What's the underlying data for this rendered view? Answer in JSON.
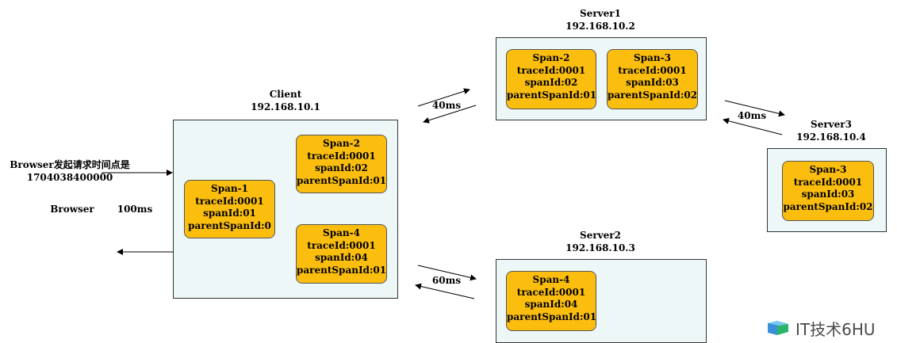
{
  "client": {
    "title": "Client",
    "ip": "192.168.10.1"
  },
  "server1": {
    "title": "Server1",
    "ip": "192.168.10.2"
  },
  "server2": {
    "title": "Server2",
    "ip": "192.168.10.3"
  },
  "server3": {
    "title": "Server3",
    "ip": "192.168.10.4"
  },
  "browser": {
    "request_line1": "Browser发起请求时间点是",
    "request_line2": "1704038400000",
    "name": "Browser",
    "duration": "100ms"
  },
  "spans": {
    "client_span1": {
      "name": "Span-1",
      "trace": "traceId:0001",
      "span": "spanId:01",
      "parent": "parentSpanId:0"
    },
    "client_span2": {
      "name": "Span-2",
      "trace": "traceId:0001",
      "span": "spanId:02",
      "parent": "parentSpanId:01"
    },
    "client_span4": {
      "name": "Span-4",
      "trace": "traceId:0001",
      "span": "spanId:04",
      "parent": "parentSpanId:01"
    },
    "server1_span2": {
      "name": "Span-2",
      "trace": "traceId:0001",
      "span": "spanId:02",
      "parent": "parentSpanId:01"
    },
    "server1_span3": {
      "name": "Span-3",
      "trace": "traceId:0001",
      "span": "spanId:03",
      "parent": "parentSpanId:02"
    },
    "server3_span3": {
      "name": "Span-3",
      "trace": "traceId:0001",
      "span": "spanId:03",
      "parent": "parentSpanId:02"
    },
    "server2_span4": {
      "name": "Span-4",
      "trace": "traceId:0001",
      "span": "spanId:04",
      "parent": "parentSpanId:01"
    }
  },
  "links": {
    "client_server1": "40ms",
    "server1_server3": "40ms",
    "client_server2": "60ms"
  },
  "watermark": {
    "text": "IT技术6HU"
  },
  "colors": {
    "span_fill": "#fbbe0f",
    "box_fill": "#eef7f7"
  }
}
